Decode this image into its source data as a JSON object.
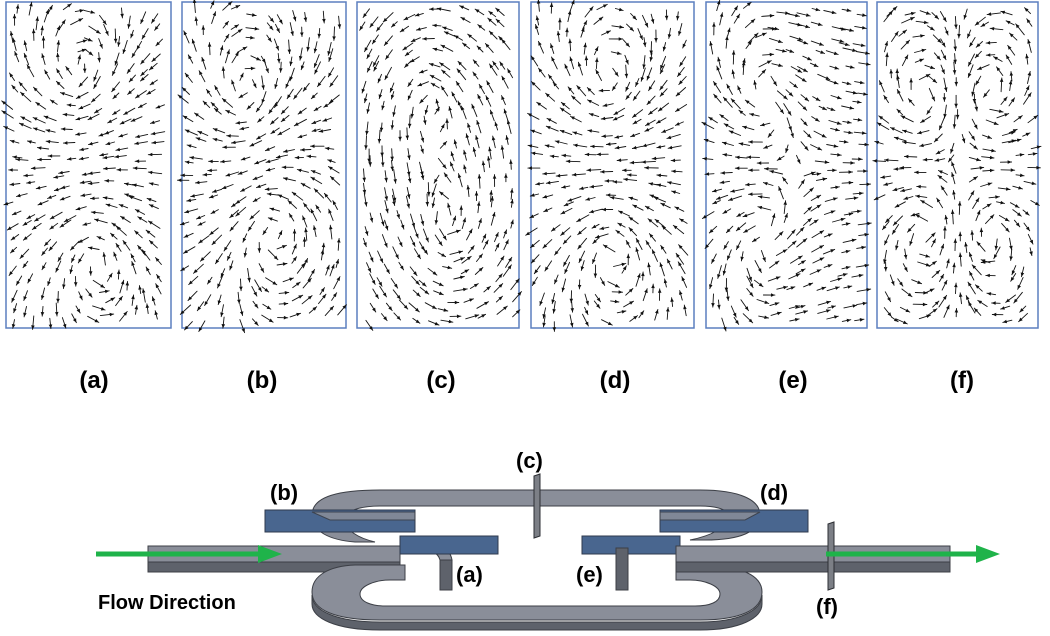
{
  "panels": [
    {
      "label": "(a)",
      "pattern": "single-node"
    },
    {
      "label": "(b)",
      "pattern": "double-vortex"
    },
    {
      "label": "(c)",
      "pattern": "swirl"
    },
    {
      "label": "(d)",
      "pattern": "dean-vortex-pair"
    },
    {
      "label": "(e)",
      "pattern": "shear-layers"
    },
    {
      "label": "(f)",
      "pattern": "symmetric-quad"
    }
  ],
  "colors": {
    "panel_border": "#5b7fbf",
    "vectors": "#111111",
    "channel_top": "#8a8e99",
    "channel_side": "#5e626b",
    "channel_cut": "#49668f",
    "flow_arrow": "#1fb34a"
  },
  "diagram": {
    "section_labels": [
      "(a)",
      "(b)",
      "(c)",
      "(d)",
      "(e)",
      "(f)"
    ],
    "flow_label": "Flow Direction"
  }
}
